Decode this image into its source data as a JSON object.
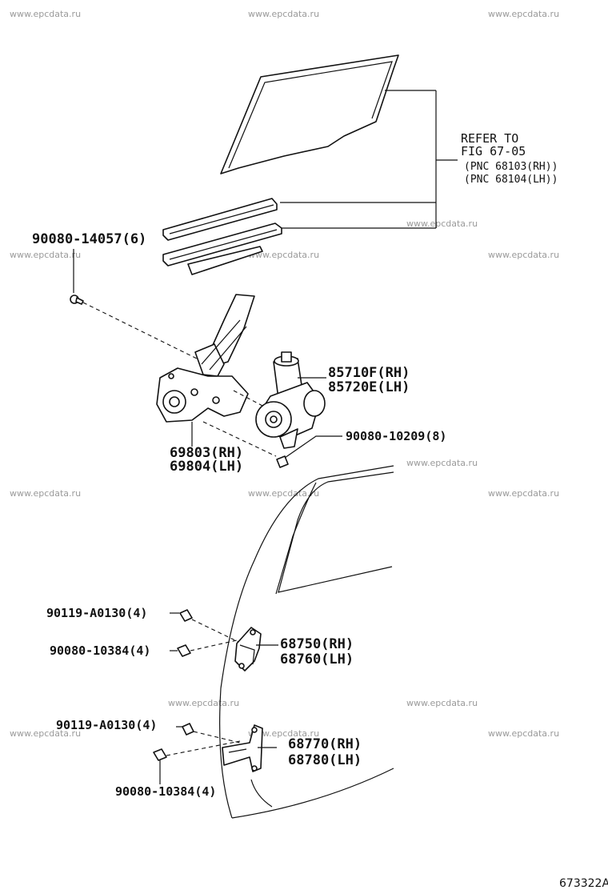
{
  "watermarks": {
    "text": "www.epcdata.ru"
  },
  "reference": {
    "line1": "REFER TO",
    "line2": "FIG 67-05",
    "line3": "(PNC 68103(RH))",
    "line4": "(PNC 68104(LH))"
  },
  "labels": {
    "bolt_top": "90080-14057(6)",
    "motor_rh": "85710F(RH)",
    "motor_lh": "85720E(LH)",
    "regulator_rh": "69803(RH)",
    "regulator_lh": "69804(LH)",
    "bolt_motor": "90080-10209(8)",
    "upper_screw": "90119-A0130(4)",
    "upper_bolt": "90080-10384(4)",
    "upper_hinge_rh": "68750(RH)",
    "upper_hinge_lh": "68760(LH)",
    "lower_screw": "90119-A0130(4)",
    "lower_bolt": "90080-10384(4)",
    "lower_hinge_rh": "68770(RH)",
    "lower_hinge_lh": "68780(LH)"
  },
  "diagram_code": "673322A"
}
